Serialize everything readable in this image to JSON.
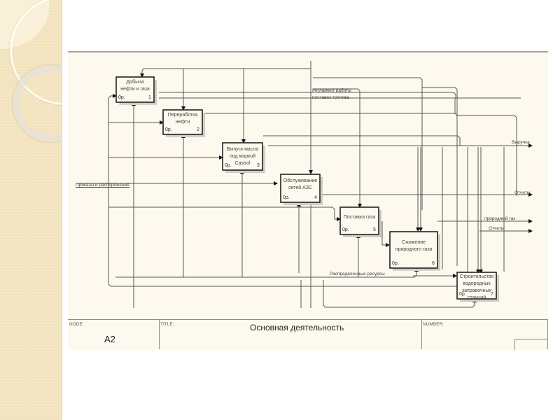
{
  "diagram": {
    "type": "IDEF0",
    "activities": [
      {
        "id": 1,
        "label_lines": [
          "Добыча",
          "нефти и газа"
        ],
        "cost": "0р.",
        "number": "1"
      },
      {
        "id": 2,
        "label_lines": [
          "Переработка",
          "нефти"
        ],
        "cost": "0р.",
        "number": "2"
      },
      {
        "id": 3,
        "label_lines": [
          "Выпуск масла",
          "под маркой Castrol"
        ],
        "cost": "0р.",
        "number": "3"
      },
      {
        "id": 4,
        "label_lines": [
          "Обслуживание",
          "сетей АЗС"
        ],
        "cost": "0р.",
        "number": "4"
      },
      {
        "id": 5,
        "label_lines": [
          "Поставка газа"
        ],
        "cost": "0р.",
        "number": "5"
      },
      {
        "id": 6,
        "label_lines": [
          "Сжижение",
          "природного газа"
        ],
        "cost": "0р.",
        "number": "6"
      },
      {
        "id": 7,
        "label_lines": [
          "Строительство",
          "водородных",
          "заправочных станций"
        ],
        "cost": "0р.",
        "number": "7"
      }
    ],
    "arrow_labels": {
      "control_top": "Регламент работы поставки топлива",
      "control_top_line1": "Регламент работы",
      "control_top_line2": "поставки топлива",
      "input_left": "Приказы и распоряжения",
      "mechanism": "Распределенные ресурсы",
      "output_revenue": "Выручка",
      "output_reports": "Отчеты",
      "output_gas": "природный газ",
      "output_reports2": "Отчеты"
    }
  },
  "frame": {
    "node_caption": "NODE:",
    "node_value": "A2",
    "title_caption": "TITLE:",
    "title_value": "Основная деятельность",
    "number_caption": "NUMBER:"
  }
}
